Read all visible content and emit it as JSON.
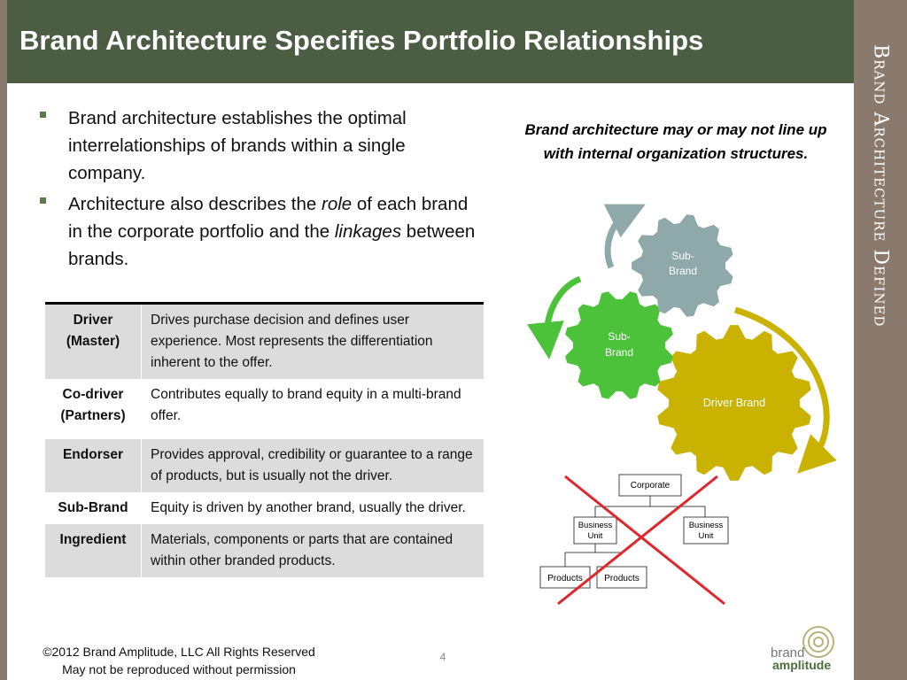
{
  "header": {
    "title": "Brand Architecture Specifies Portfolio Relationships"
  },
  "sidebar": {
    "section_title": "Brand Architecture Defined"
  },
  "bullets": [
    {
      "text": "Brand architecture establishes the optimal interrelationships of brands within a single company."
    },
    {
      "pre": "Architecture also describes the ",
      "em1": "role",
      "mid": " of each brand in the corporate portfolio and  the ",
      "em2": "linkages",
      "post": " between brands."
    }
  ],
  "table": {
    "rows": [
      {
        "role": "Driver (Master)",
        "desc": "Drives purchase decision and defines user experience. Most represents the differentiation inherent to the offer."
      },
      {
        "role": "Co-driver (Partners)",
        "desc": "Contributes equally to brand equity in a multi-brand offer."
      },
      {
        "role": "Endorser",
        "desc": "Provides approval, credibility or guarantee to a range of products, but is usually not the driver."
      },
      {
        "role": "Sub-Brand",
        "desc": "Equity is driven by another brand, usually the driver."
      },
      {
        "role": "Ingredient",
        "desc": "Materials, components or parts that are contained within other branded products."
      }
    ]
  },
  "callout": "Brand architecture may or may not line up with internal organization structures.",
  "gears": {
    "small_top": {
      "line1": "Sub-",
      "line2": "Brand",
      "color": "#8fa9aa"
    },
    "middle": {
      "line1": "Sub-",
      "line2": "Brand",
      "color": "#4cc13a"
    },
    "driver": {
      "label": "Driver Brand",
      "color": "#c9b300"
    }
  },
  "org_chart": {
    "corporate": "Corporate",
    "bu1_line1": "Business",
    "bu1_line2": "Unit",
    "bu2_line1": "Business",
    "bu2_line2": "Unit",
    "products1": "Products",
    "products2": "Products",
    "cross_color": "#e0262b"
  },
  "footer": {
    "line1": "©2012 Brand Amplitude, LLC All Rights Reserved",
    "line2": "May not be reproduced without permission",
    "page": "4"
  },
  "logo": {
    "word1": "brand",
    "word2": "amplitude"
  }
}
